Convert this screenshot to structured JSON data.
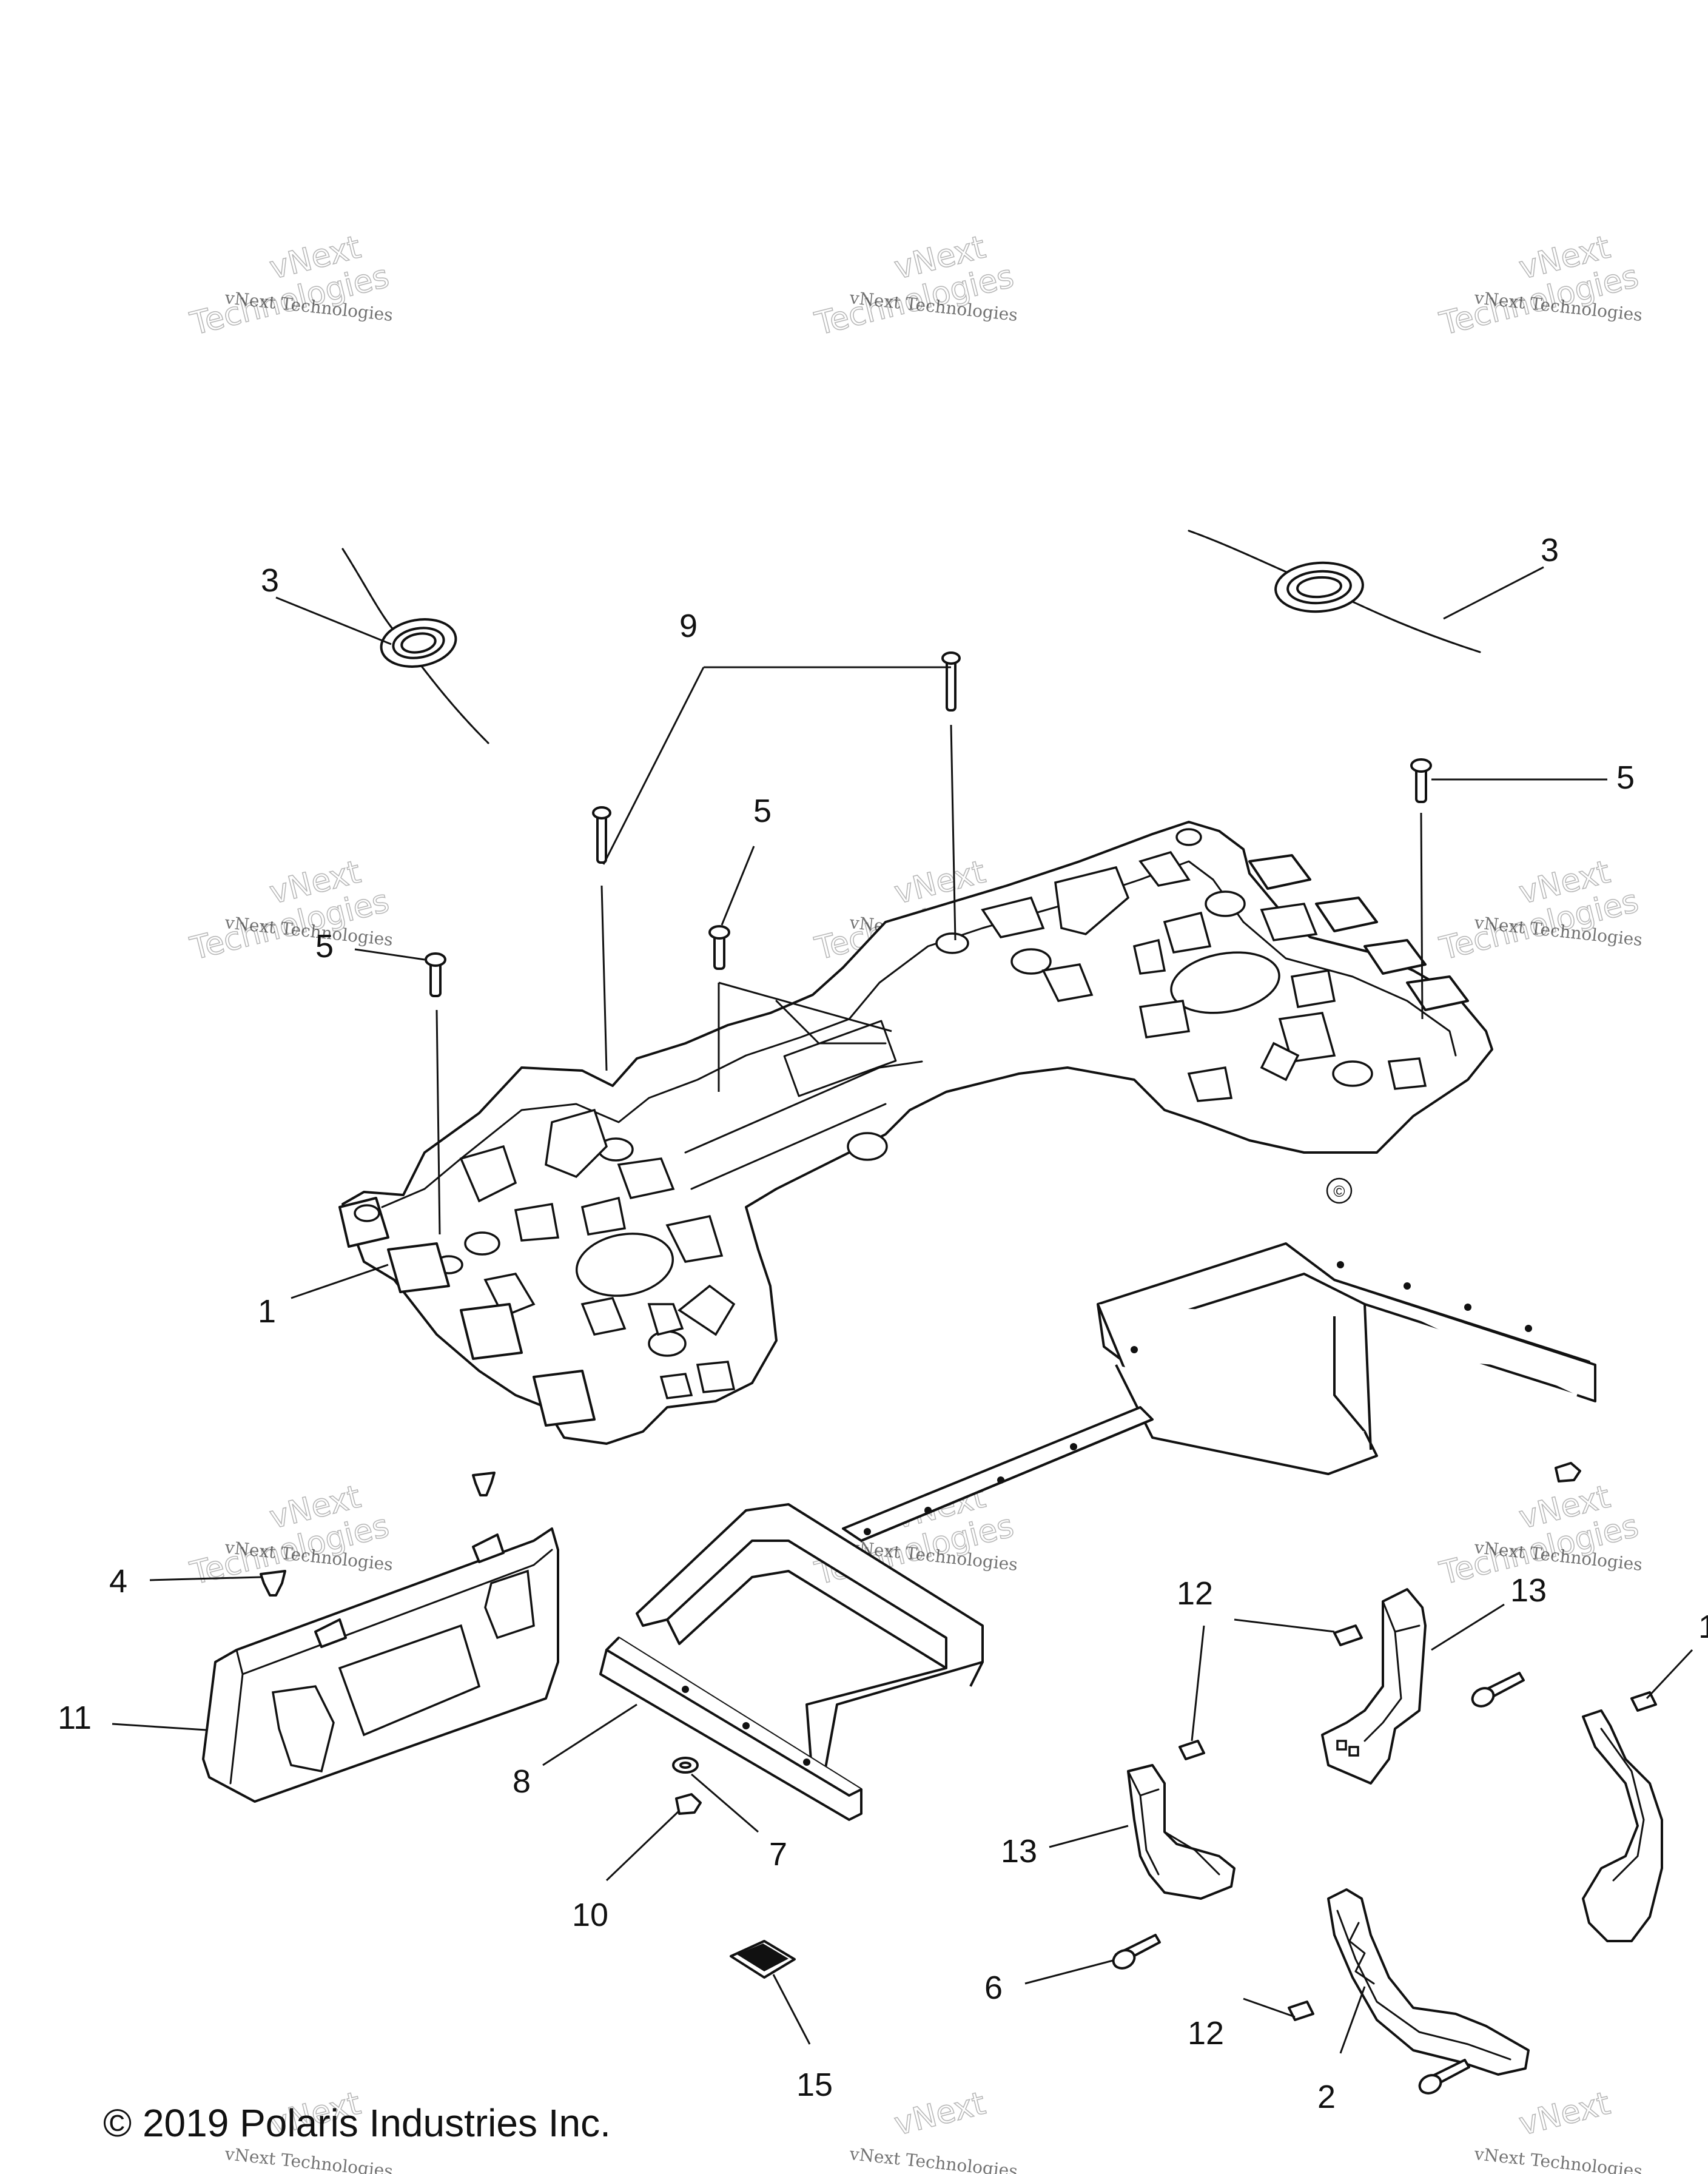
{
  "diagram": {
    "watermark": {
      "line1": "vNext Technologies",
      "line2": "vNext",
      "line3": "Technologies"
    },
    "callouts": [
      {
        "id": "c3a",
        "text": "3"
      },
      {
        "id": "c3b",
        "text": "3"
      },
      {
        "id": "c9",
        "text": "9"
      },
      {
        "id": "c5a",
        "text": "5"
      },
      {
        "id": "c5b",
        "text": "5"
      },
      {
        "id": "c5c",
        "text": "5"
      },
      {
        "id": "c1",
        "text": "1"
      },
      {
        "id": "c4",
        "text": "4"
      },
      {
        "id": "c11",
        "text": "11"
      },
      {
        "id": "c8",
        "text": "8"
      },
      {
        "id": "c7",
        "text": "7"
      },
      {
        "id": "c10",
        "text": "10"
      },
      {
        "id": "c15",
        "text": "15"
      },
      {
        "id": "c12a",
        "text": "12"
      },
      {
        "id": "c13a",
        "text": "13"
      },
      {
        "id": "c13b",
        "text": "13"
      },
      {
        "id": "c6",
        "text": "6"
      },
      {
        "id": "c12b",
        "text": "12"
      },
      {
        "id": "c2",
        "text": "2"
      },
      {
        "id": "c1b",
        "text": "1"
      }
    ],
    "copyright_symbol": "©",
    "copyright": "© 2019 Polaris Industries Inc."
  }
}
